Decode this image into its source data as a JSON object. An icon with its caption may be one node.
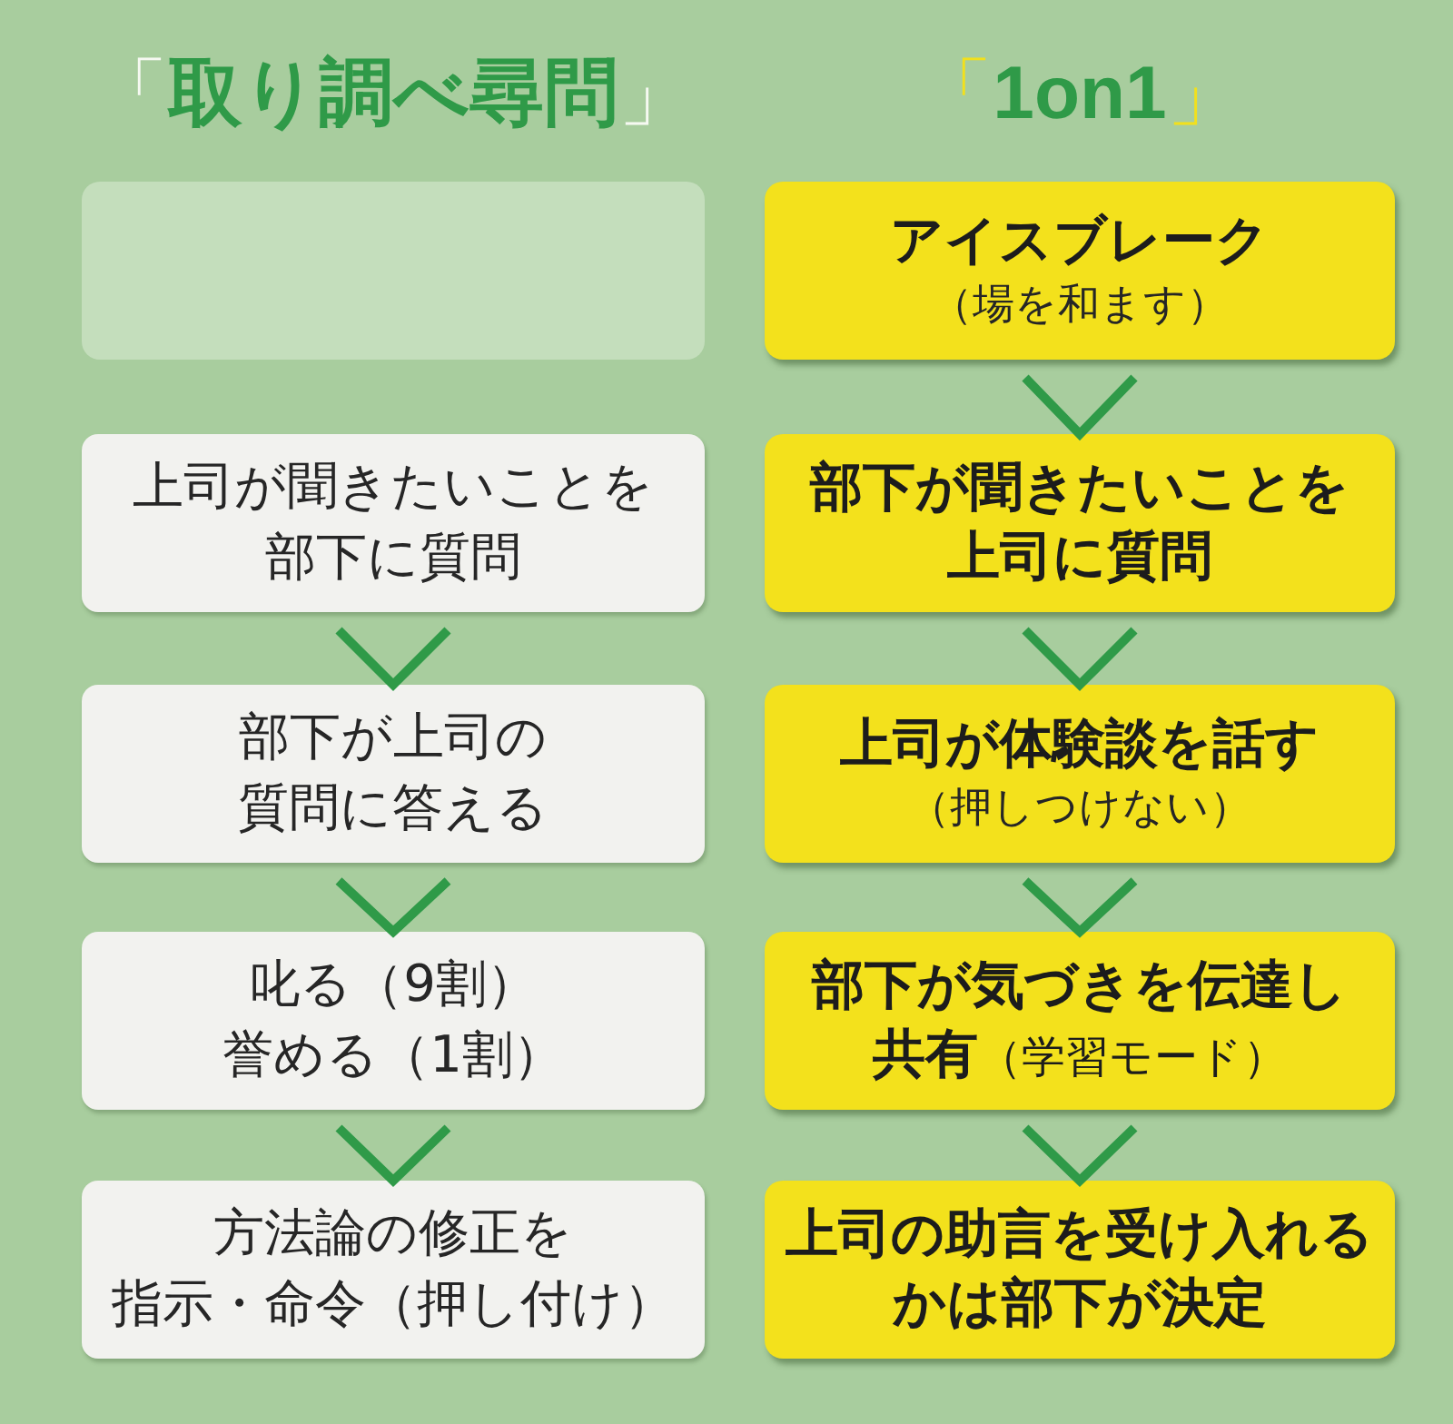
{
  "diagram": {
    "nodes": [
      {
        "text": [],
        "shape": "box"
      },
      {
        "text": [
          "上司が聞きたいことを部下に質問"
        ]
      },
      {
        "text": [
          "部下が上司の質問に答える"
        ]
      },
      {
        "text": [
          "叱る（9割）誉める（1割）"
        ]
      },
      {
        "text": [
          "方法論の修正を指示・命令（押し付け）"
        ]
      },
      {
        "text": [
          "アイスブレーク",
          "（場を和ます）"
        ]
      },
      {
        "text": [
          "部下が聞きたいことを上司に質問"
        ]
      },
      {
        "text": [
          "上司が体験談を話す",
          "（押しつけない）"
        ]
      },
      {
        "text": [
          "**部下が気づきを伝達し共有**（学習モード）"
        ]
      },
      {
        "text": [
          "上司の助言を受け入れるかは部下が決定"
        ]
      }
    ],
    "edges": [
      {
        "from": 1,
        "to": 2,
        "arrow": "to"
      },
      {
        "from": 2,
        "to": 3,
        "arrow": "to"
      },
      {
        "from": 3,
        "to": 4,
        "arrow": "to"
      },
      {
        "from": 5,
        "to": 6,
        "arrow": "to"
      },
      {
        "from": 6,
        "to": 7,
        "arrow": "to"
      },
      {
        "from": 7,
        "to": 8,
        "arrow": "to"
      },
      {
        "from": 8,
        "to": 9,
        "arrow": "to"
      }
    ],
    "labels": [
      "「取り調べ尋問」",
      "「1on1」"
    ]
  }
}
